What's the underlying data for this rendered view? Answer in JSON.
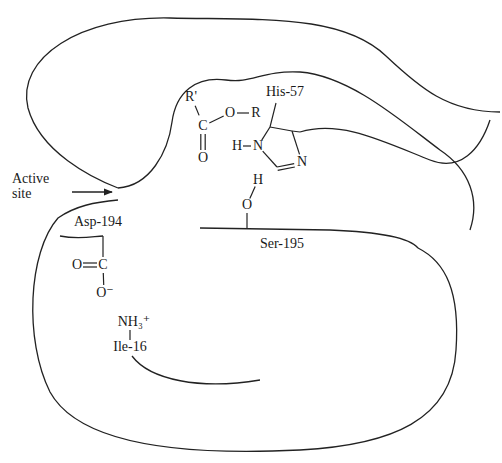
{
  "diagram": {
    "labels": [
      "R'",
      "His-57",
      "C",
      "O",
      "R",
      "H",
      "N",
      "O",
      "N",
      "Active site",
      "H",
      "O",
      "Asp-194",
      "Ser-195",
      "O",
      "C",
      "O⁻",
      "NH₃⁺",
      "Ile-16"
    ]
  }
}
